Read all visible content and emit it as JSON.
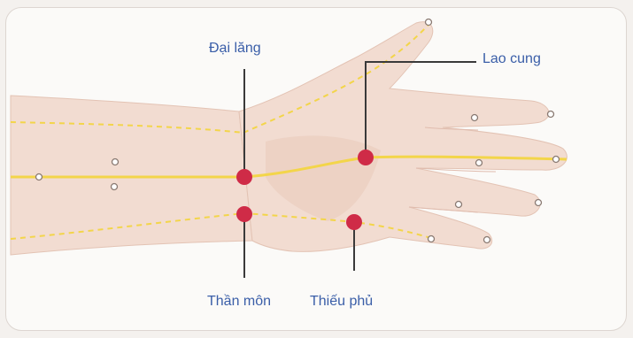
{
  "labels": {
    "dai_lang": "Đại lăng",
    "lao_cung": "Lao cung",
    "than_mon": "Thần môn",
    "thieu_phu": "Thiếu phủ"
  },
  "colors": {
    "label_text": "#3a5ea8",
    "skin": "#f2dcd1",
    "skin_shade": "#e8c7b8",
    "meridian": "#f3d54a",
    "acupoint": "#cf2b47",
    "leader_line": "#3a3a3a"
  }
}
